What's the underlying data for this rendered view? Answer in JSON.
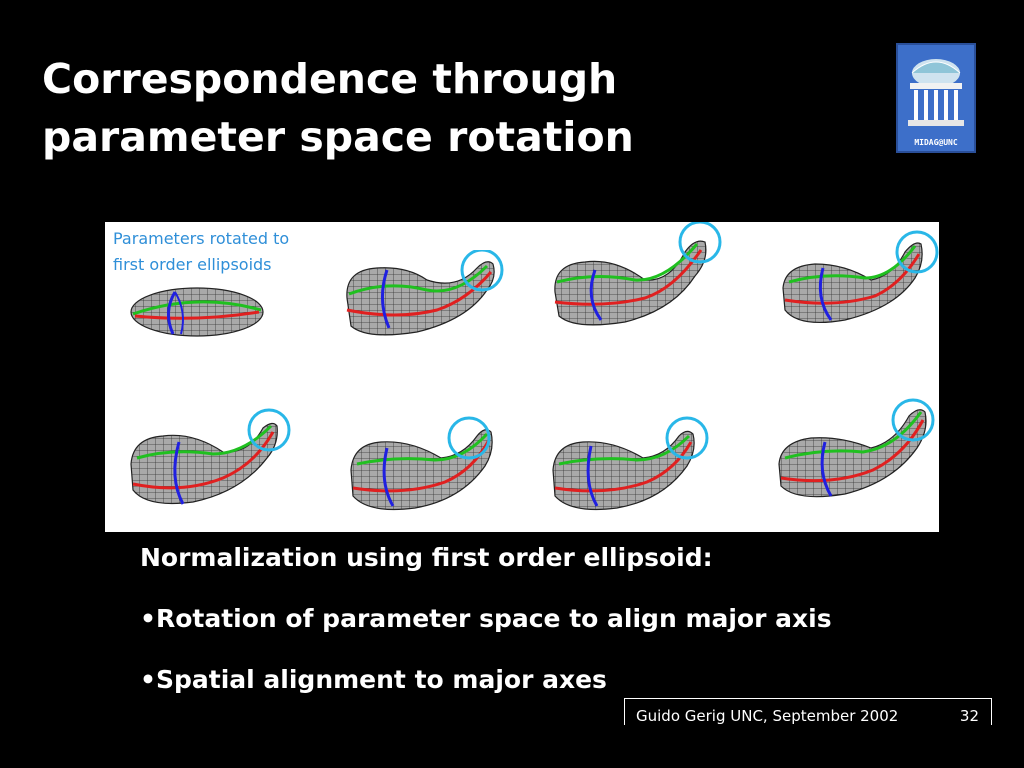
{
  "slide": {
    "title_line1": "Correspondence through",
    "title_line2": "parameter space rotation",
    "logo_label": "MIDAG@UNC",
    "figure": {
      "caption_line1": "Parameters rotated to",
      "caption_line2": "first order ellipsoids",
      "marker_color": "#29b7e8"
    },
    "bullets": {
      "heading": "Normalization using first order ellipsoid:",
      "item1": "•Rotation of parameter space to align major axis",
      "item2": "•Spatial alignment to major axes"
    },
    "footer": {
      "text": "Guido Gerig UNC, September 2002",
      "page_number": "32"
    }
  }
}
